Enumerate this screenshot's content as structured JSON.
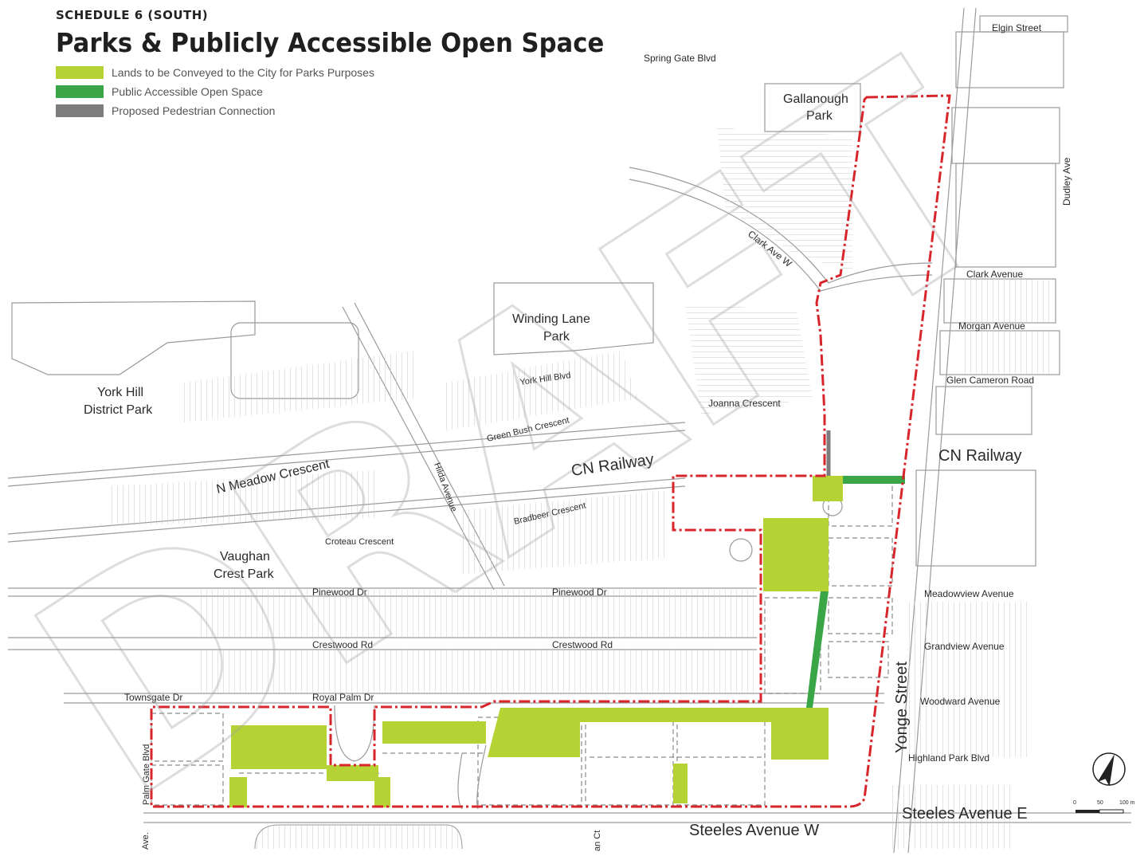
{
  "header": {
    "schedule": "SCHEDULE 6 (SOUTH)",
    "title": "Parks & Publicly Accessible Open Space"
  },
  "legend": [
    {
      "label": "Lands to be Conveyed to the City for Parks Purposes",
      "color": "#b5d334"
    },
    {
      "label": "Public Accessible Open Space",
      "color": "#3aa647"
    },
    {
      "label": "Proposed Pedestrian Connection",
      "color": "#7d7d7d"
    }
  ],
  "watermark": "DRAFT",
  "colors": {
    "boundary": "#d8252b",
    "park": "#b5d334",
    "open_space": "#3aa647",
    "lines": "#9a9a9a"
  },
  "labels": {
    "elgin_street": "Elgin Street",
    "spring_gate_blvd": "Spring Gate Blvd",
    "gallanough_park_1": "Gallanough",
    "gallanough_park_2": "Park",
    "dudley_ave": "Dudley Ave",
    "clark_ave_w": "Clark Ave W",
    "clark_avenue": "Clark Avenue",
    "morgan_avenue": "Morgan Avenue",
    "glen_cameron_road": "Glen Cameron Road",
    "winding_lane_park_1": "Winding Lane",
    "winding_lane_park_2": "Park",
    "york_hill_blvd": "York Hill Blvd",
    "joanna_crescent": "Joanna Crescent",
    "york_hill_district_park_1": "York Hill",
    "york_hill_district_park_2": "District Park",
    "green_bush_crescent": "Green Bush Crescent",
    "cn_railway_center": "CN Railway",
    "cn_railway_east": "CN Railway",
    "n_meadow_crescent": "N Meadow Crescent",
    "hilda_avenue": "Hilda Avenue",
    "bradbeer_crescent": "Bradbeer Crescent",
    "croteau_crescent": "Croteau Crescent",
    "vaughan_crest_park_1": "Vaughan",
    "vaughan_crest_park_2": "Crest Park",
    "pinewood_dr_west": "Pinewood Dr",
    "pinewood_dr_east": "Pinewood Dr",
    "meadowview_avenue": "Meadowview Avenue",
    "crestwood_rd_west": "Crestwood Rd",
    "crestwood_rd_east": "Crestwood Rd",
    "grandview_avenue": "Grandview Avenue",
    "yonge_street": "Yonge Street",
    "townsgate_dr": "Townsgate Dr",
    "royal_palm_dr": "Royal Palm Dr",
    "woodward_avenue": "Woodward Avenue",
    "palm_gate_blvd": "Palm Gate Blvd",
    "highland_park_blvd": "Highland Park Blvd",
    "steeles_avenue_e": "Steeles Avenue E",
    "steeles_avenue_w": "Steeles Avenue W",
    "ave_fragment": "Ave.",
    "an_ct_fragment": "an Ct"
  },
  "scale_bar": {
    "ticks": [
      "0",
      "50",
      "100 m"
    ]
  }
}
